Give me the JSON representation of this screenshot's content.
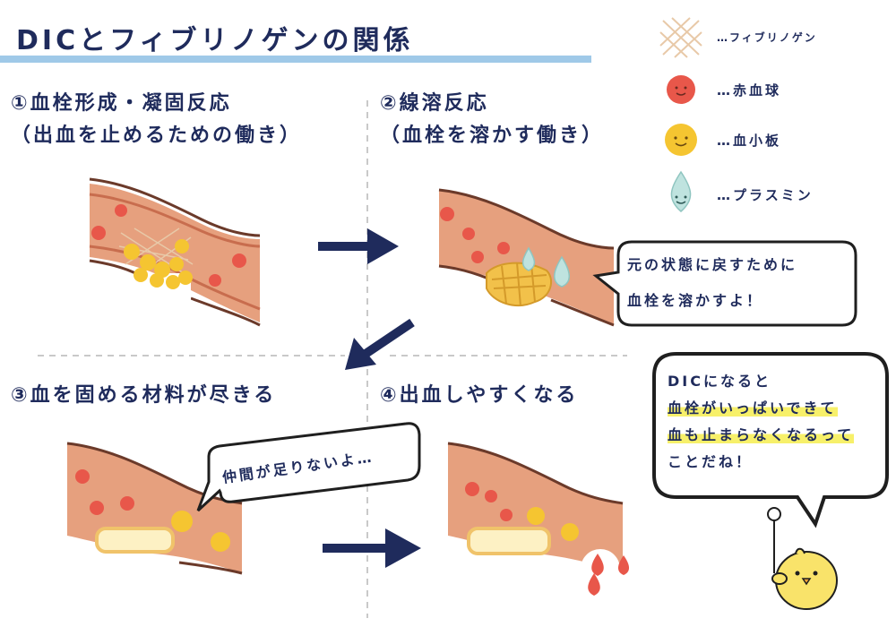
{
  "title": "DICとフィブリノゲンの関係",
  "stages": [
    {
      "title_line1": "①血栓形成・凝固反応",
      "title_line2": "（出血を止めるための働き）"
    },
    {
      "title_line1": "②線溶反応",
      "title_line2": "（血栓を溶かす働き）"
    },
    {
      "title_line1": "③血を固める材料が尽きる"
    },
    {
      "title_line1": "④出血しやすくなる"
    }
  ],
  "legend": [
    {
      "icon": "fibrinogen-mesh",
      "label": "…フィブリノゲン"
    },
    {
      "icon": "red-blood-cell",
      "label": "…赤血球",
      "color": "#e8574a"
    },
    {
      "icon": "platelet",
      "label": "…血小板",
      "color": "#f5c531"
    },
    {
      "icon": "plasmin-drop",
      "label": "…プラスミン",
      "color": "#bfe3df"
    }
  ],
  "bubbles": {
    "plasmin": {
      "line1": "元の状態に戻すために",
      "line2": "血栓を溶かすよ！"
    },
    "platelet": {
      "text": "仲間が足りないよ…"
    },
    "chick": {
      "line1": "DICになると",
      "line2": "血栓がいっぱいできて",
      "line3": "血も止まらなくなるって",
      "line4": "ことだね！"
    }
  },
  "colors": {
    "navy": "#1f2b5c",
    "accent_bar": "#9fc9e8",
    "vessel": "#d88866",
    "vessel_dark": "#6b3a2a",
    "highlight": "#f7f06a"
  }
}
